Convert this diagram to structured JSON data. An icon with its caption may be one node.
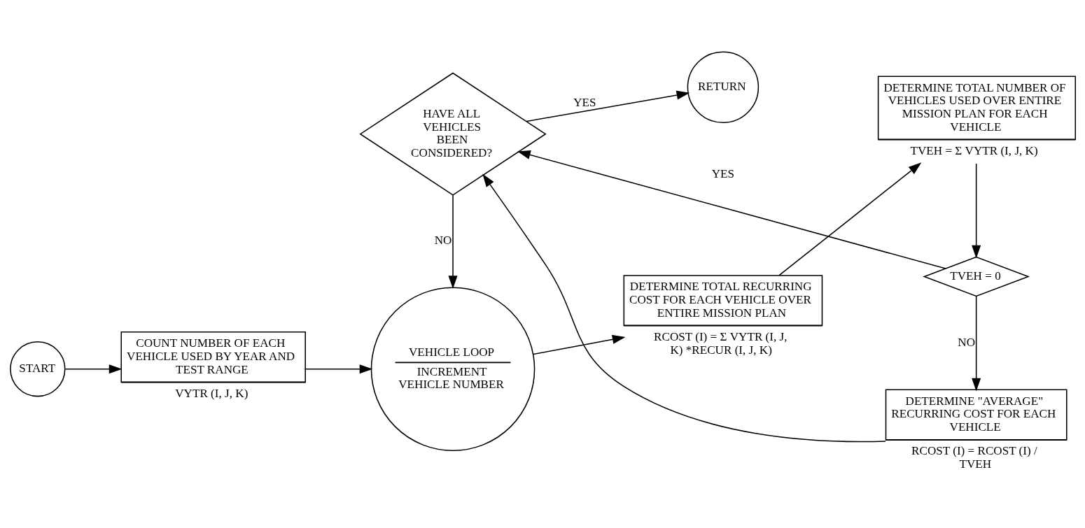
{
  "diagram": {
    "nodes": [
      {
        "text": [
          "START"
        ]
      },
      {
        "text": [
          "COUNT NUMBER OF EACH VEHICLE USED BY YEAR AND TEST RANGE",
          "VYTR (I, J, K)"
        ]
      },
      {
        "text": [
          "VEHICLE LOOP",
          "INCREMENT VEHICLE NUMBER"
        ]
      },
      {
        "text": [
          "DETERMINE TOTAL RECURRING COST FOR EACH VEHICLE OVER ENTIRE MISSION PLAN",
          "RCOST (I) = Σ VYTR (I, J, K) *RECUR (I, J, K)"
        ]
      },
      {
        "text": [
          "DETERMINE TOTAL NUMBER OF VEHICLES USED OVER ENTIRE MISSION PLAN FOR EACH VEHICLE",
          "TVEH = Σ VYTR (I, J, K)"
        ]
      },
      {
        "text": [
          "TVEH = 0"
        ]
      },
      {
        "text": [
          "DETERMINE \"AVERAGE\" RECURRING COST FOR EACH VEHICLE",
          "RCOST (I) = RCOST (I) / TVEH"
        ]
      },
      {
        "text": [
          "HAVE ALL VEHICLES BEEN CONSIDERED?"
        ]
      },
      {
        "text": [
          "RETURN"
        ]
      }
    ],
    "edges": [
      {
        "from": 0,
        "to": 1,
        "arrow": "to"
      },
      {
        "from": 1,
        "to": 2,
        "arrow": "to"
      },
      {
        "from": 2,
        "to": 3,
        "arrow": "to"
      },
      {
        "from": 3,
        "to": 4,
        "arrow": "to"
      },
      {
        "from": 4,
        "to": 5,
        "arrow": "to"
      },
      {
        "from": 5,
        "to": 7,
        "arrow": "to",
        "label": "YES"
      },
      {
        "from": 5,
        "to": 6,
        "arrow": "to",
        "label": "NO"
      },
      {
        "from": 6,
        "to": 7,
        "arrow": "to"
      },
      {
        "from": 7,
        "to": 2,
        "arrow": "to",
        "label": "NO"
      },
      {
        "from": 7,
        "to": 8,
        "arrow": "to",
        "label": "YES"
      }
    ]
  }
}
